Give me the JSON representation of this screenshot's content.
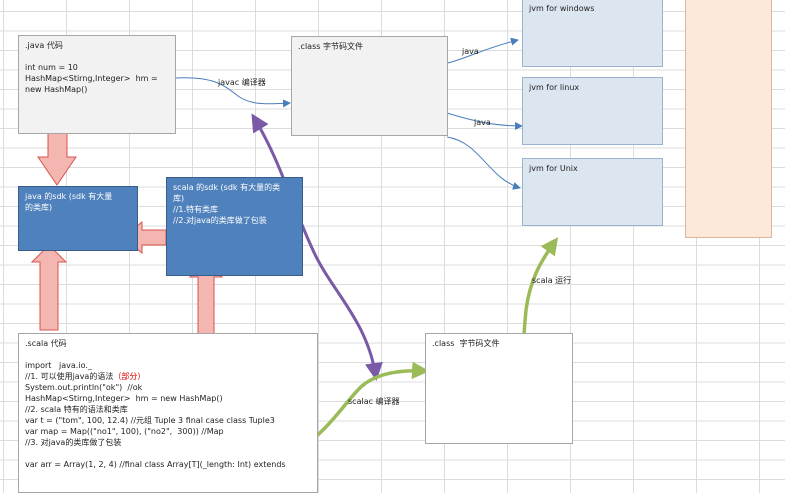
{
  "java_box": {
    "title": ".java 代码",
    "lines": [
      "int num = 10",
      "HashMap<Stirng,Integer>  hm =",
      "new HashMap()"
    ]
  },
  "class_box_top": {
    "title": ".class 字节码文件"
  },
  "jvm_windows": {
    "title": "jvm for windows"
  },
  "jvm_linux": {
    "title": "jvm for linux"
  },
  "jvm_unix": {
    "title": "jvm for Unix"
  },
  "java_sdk_box": {
    "lines": [
      "java 的sdk (sdk 有大量",
      "的类库)"
    ]
  },
  "scala_sdk_box": {
    "lines": [
      "scala 的sdk (sdk 有大量的类",
      "库)",
      "//1.特有类库",
      "//2.对java的类库做了包装"
    ]
  },
  "scala_box": {
    "title": ".scala 代码",
    "import_line": "import   java.io._",
    "line1_prefix": "//1. 可以使用java的语法",
    "line1_red": "（部分）",
    "lines_after": [
      "System.out.println(\"ok\")  //ok",
      "HashMap<Stirng,Integer>  hm = new HashMap()",
      "//2. scala 特有的语法和类库",
      "var t = (\"tom\", 100, 12.4) //元组 Tuple 3 final case class Tuple3",
      "var map = Map((\"no1\", 100), (\"no2\",  300)) //Map",
      "//3. 对java的类库做了包装"
    ],
    "clipped_line": "var arr = Array(1, 2, 4) //final class Array[T](_length: Int) extends"
  },
  "class_box_bottom": {
    "title": ".class  字节码文件"
  },
  "labels": {
    "javac": "javac 编译器",
    "scalac": "scalac 编译器",
    "java_top": "java",
    "java_mid": "java",
    "scala_run": "scala 运行"
  },
  "colors": {
    "red_arrow_fill": "#f4b6b0",
    "red_arrow_stroke": "#d9534f",
    "purple_arrow": "#7a5aa6",
    "green_arrow": "#9bbb59",
    "thin_arrow": "#4a7ebb"
  }
}
